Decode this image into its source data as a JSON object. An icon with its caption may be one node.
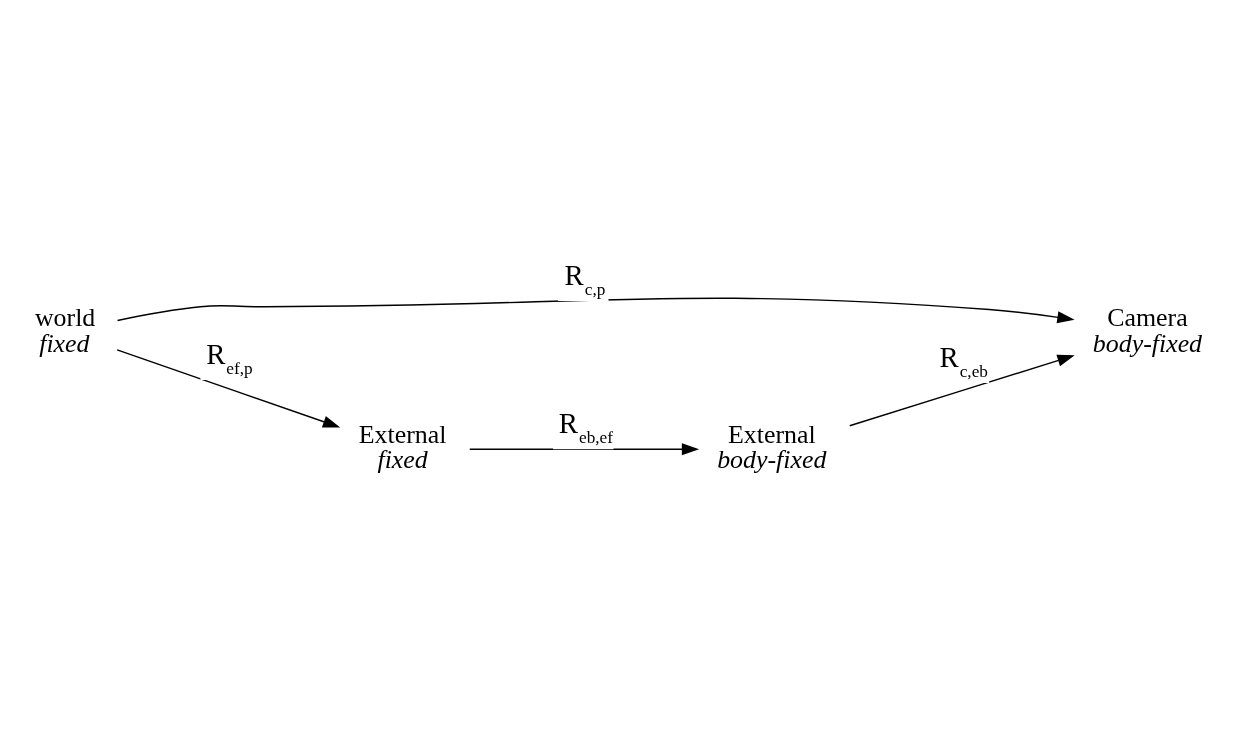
{
  "diagram": {
    "nodes": [
      {
        "text": [
          "Camera",
          "body-fixed"
        ]
      },
      {
        "text": [
          "External",
          "body-fixed"
        ]
      },
      {
        "text": [
          "world",
          "fixed"
        ]
      },
      {
        "text": [
          "External",
          "fixed"
        ]
      }
    ],
    "edges": [
      {
        "from": 2,
        "to": 0,
        "arrow": "to",
        "label": "R$_{c,p}$"
      },
      {
        "from": 1,
        "to": 0,
        "arrow": "to",
        "label": "R$_{c,eb}$"
      },
      {
        "from": 2,
        "to": 3,
        "arrow": "to",
        "label": "R$_{ef,p}$"
      },
      {
        "from": 3,
        "to": 1,
        "arrow": "to",
        "label": "R$_{eb,ef}$"
      }
    ]
  }
}
